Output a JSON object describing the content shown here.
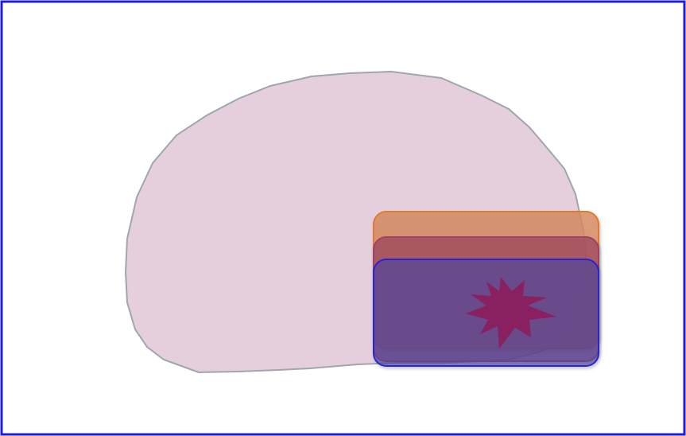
{
  "diagram": {
    "frame": {
      "border_color": "#1f1fd1",
      "background": "#ffffff"
    },
    "brain": {
      "fill": "#e6cfdc",
      "stroke": "#9ea7ad"
    },
    "layers": [
      {
        "id": "orange",
        "fill": "#d9895e",
        "stroke": "#e07a2e"
      },
      {
        "id": "maroon",
        "fill": "#9a3f5d",
        "stroke": "#a2405f"
      },
      {
        "id": "blue",
        "fill": "#4f46a3",
        "stroke": "#2a22d8"
      }
    ],
    "lesion": {
      "icon": "starburst-icon",
      "fill": "#8b1f5e"
    }
  }
}
